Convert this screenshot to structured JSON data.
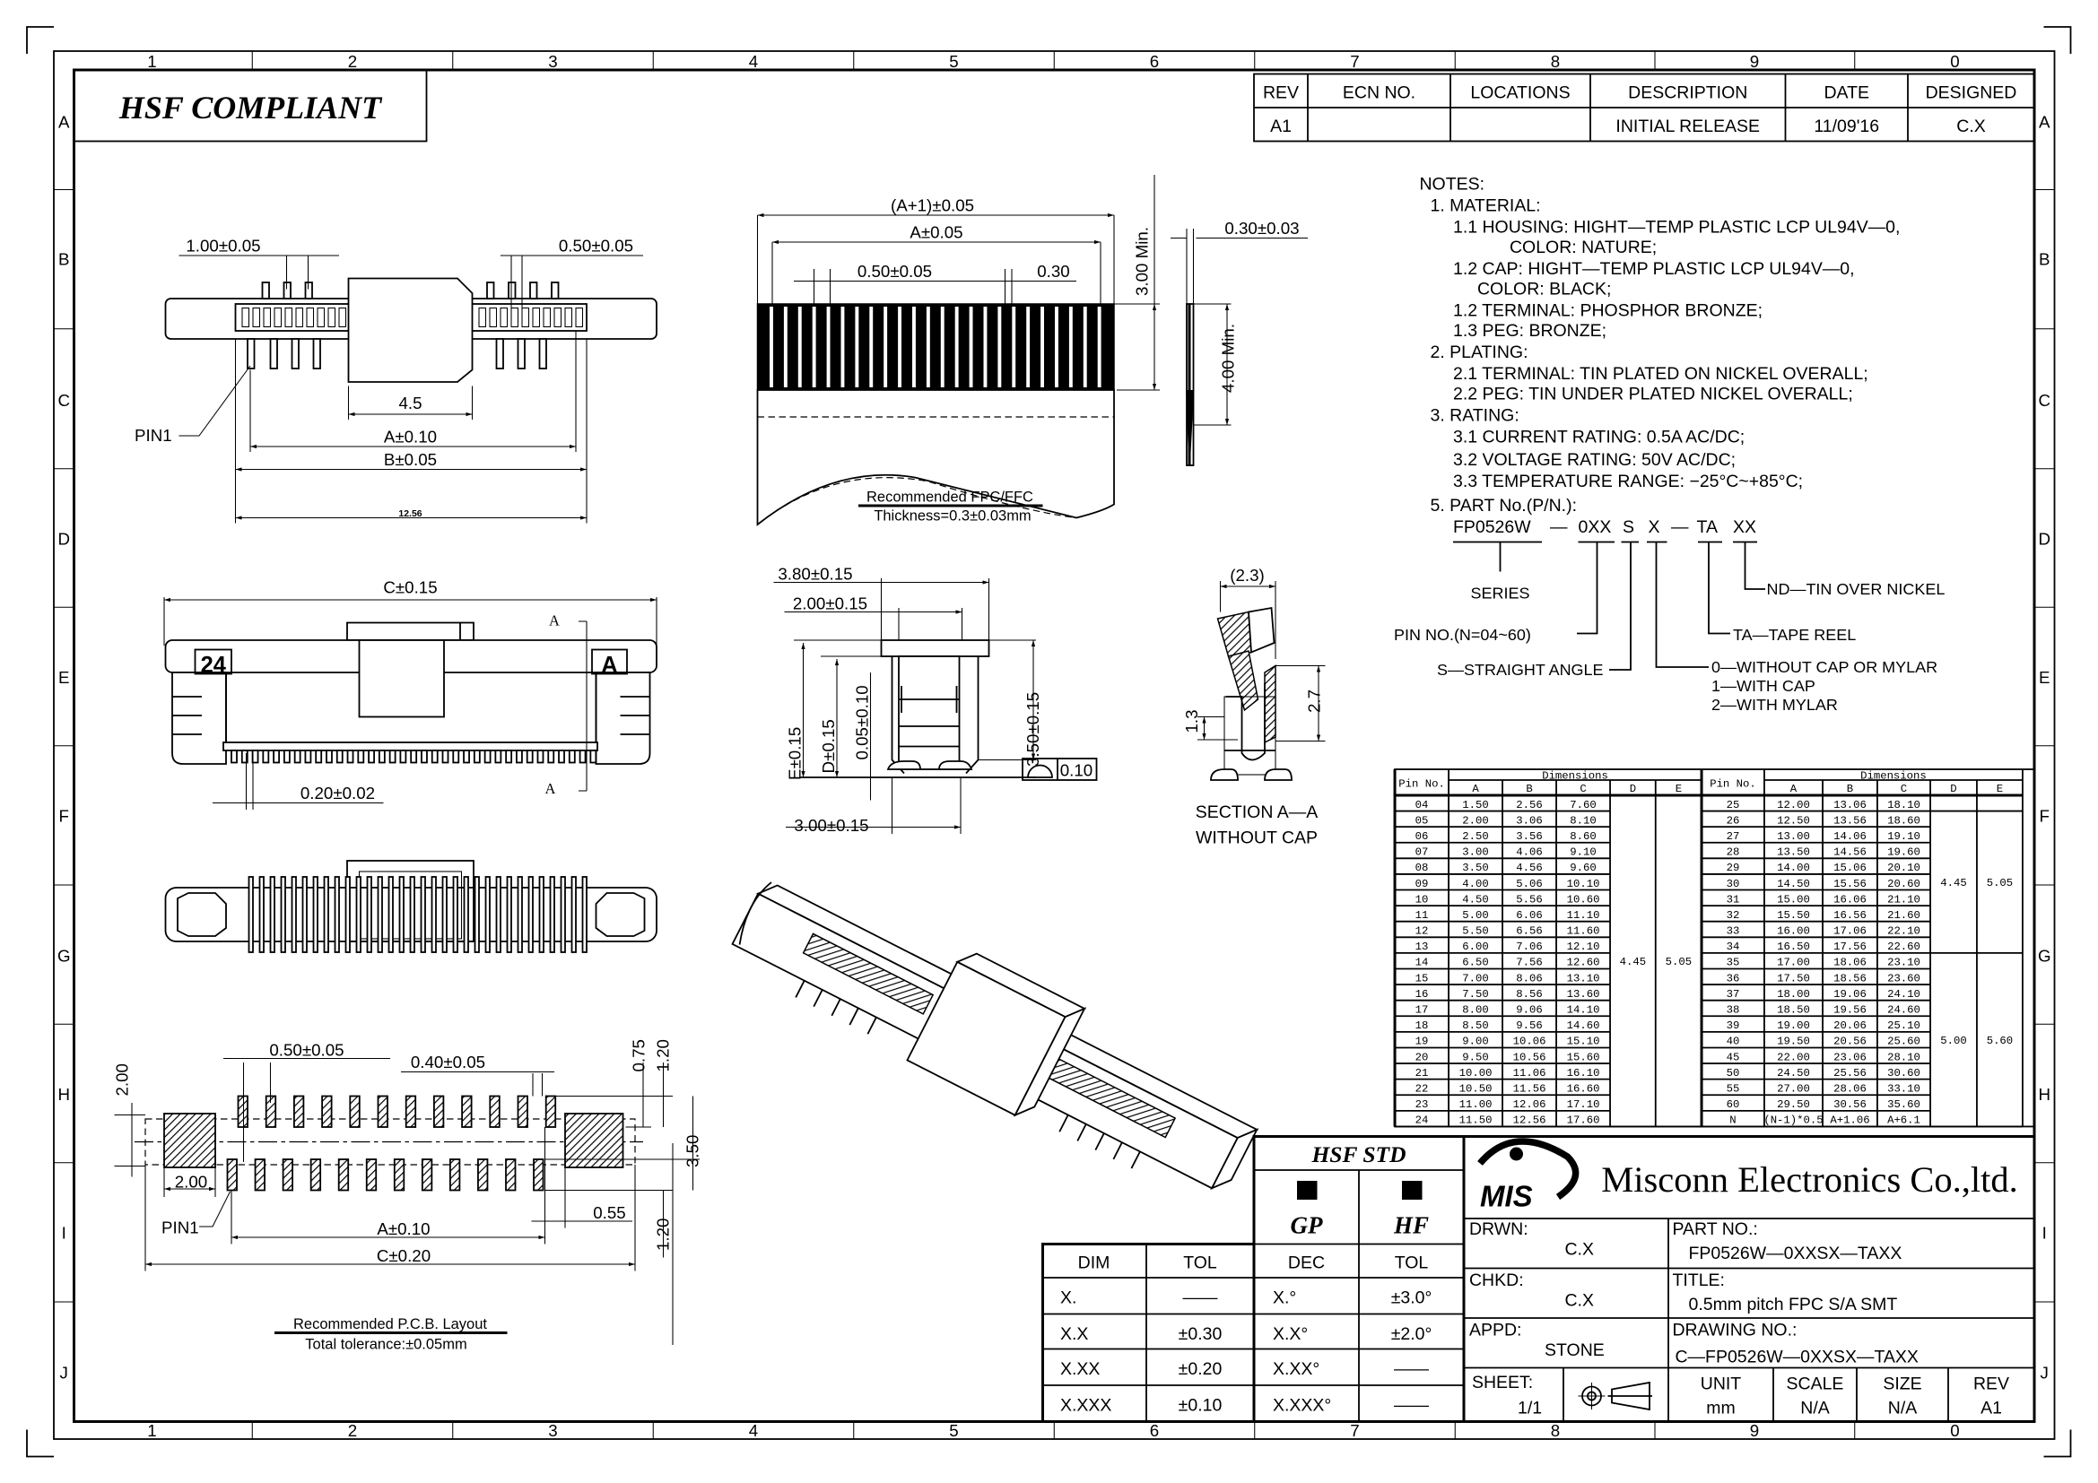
{
  "title_badge": "HSF COMPLIANT",
  "grid": {
    "columns": [
      "1",
      "2",
      "3",
      "4",
      "5",
      "6",
      "7",
      "8",
      "9",
      "0"
    ],
    "rows": [
      "A",
      "B",
      "C",
      "D",
      "E",
      "F",
      "G",
      "H",
      "I",
      "J"
    ]
  },
  "revision_table": {
    "headers": [
      "REV",
      "ECN NO.",
      "LOCATIONS",
      "DESCRIPTION",
      "DATE",
      "DESIGNED"
    ],
    "rows": [
      [
        "A1",
        "",
        "",
        "INITIAL RELEASE",
        "11/09'16",
        "C.X"
      ]
    ]
  },
  "notes": {
    "title": "NOTES:",
    "lines": [
      "1. MATERIAL:",
      "1.1 HOUSING: HIGHT—TEMP PLASTIC LCP UL94V—0,",
      "COLOR: NATURE;",
      "1.2 CAP: HIGHT—TEMP PLASTIC LCP UL94V—0,",
      "COLOR: BLACK;",
      "1.2 TERMINAL: PHOSPHOR BRONZE;",
      "1.3 PEG: BRONZE;",
      "2. PLATING:",
      "2.1 TERMINAL: TIN PLATED ON NICKEL OVERALL;",
      "2.2 PEG: TIN UNDER PLATED NICKEL OVERALL;",
      "3. RATING:",
      "3.1 CURRENT RATING: 0.5A AC/DC;",
      "3.2 VOLTAGE RATING: 50V AC/DC;",
      "3.3 TEMPERATURE RANGE: −25°C~+85°C;",
      "5. PART No.(P/N.):"
    ]
  },
  "part_number": {
    "segments": [
      "FP0526W",
      "—",
      "0XX",
      "S",
      "X",
      "—",
      "TA",
      "XX"
    ],
    "legend": {
      "series": "SERIES",
      "pin_no": "PIN NO.(N=04~60)",
      "angle": "S—STRAIGHT ANGLE",
      "cap_0": "0—WITHOUT CAP OR MYLAR",
      "cap_1": "1—WITH CAP",
      "cap_2": "2—WITH MYLAR",
      "packing": "TA—TAPE REEL",
      "plating": "ND—TIN OVER NICKEL"
    }
  },
  "view_top": {
    "pitch_1": "1.00±0.05",
    "pitch_2": "0.50±0.05",
    "cap": "4.5",
    "dim_a": "A±0.10",
    "dim_b": "B±0.05",
    "total": "12.56",
    "pin1": "PIN1"
  },
  "view_front": {
    "dim_c": "C±0.15",
    "left_mark": "24",
    "right_mark": "A",
    "section_top": "A",
    "section_bottom": "A",
    "pin_width": "0.20±0.02"
  },
  "view_pcb": {
    "pitch": "0.50±0.05",
    "pad_width": "0.40±0.05",
    "d075": "0.75",
    "d120_top": "1.20",
    "d200_v": "2.00",
    "d350": "3.50",
    "d200_h": "2.00",
    "pin1": "PIN1",
    "dim_a": "A±0.10",
    "dim_c": "C±0.20",
    "d055": "0.55",
    "d120_bottom": "1.20",
    "caption": "Recommended P.C.B. Layout",
    "tolerance": "Total tolerance:±0.05mm"
  },
  "view_fpc": {
    "dim_a1": "(A+1)±0.05",
    "dim_a": "A±0.05",
    "pitch": "0.50±0.05",
    "width": "0.30",
    "min3": "3.00 Min.",
    "thickness_dim": "0.30±0.03",
    "min4": "4.00 Min.",
    "caption": "Recommended FPC/FFC",
    "thickness": "Thickness=0.3±0.03mm"
  },
  "view_side": {
    "d380": "3.80±0.15",
    "d200": "2.00±0.15",
    "e": "E±0.15",
    "d": "D±0.15",
    "d005": "0.05±0.10",
    "d350": "3.50±0.15",
    "flatness": "0.10",
    "d300": "3.00±0.15"
  },
  "view_section": {
    "d23": "(2.3)",
    "d13": "1.3",
    "d27": "2.7",
    "title1": "SECTION A—A",
    "title2": "WITHOUT CAP"
  },
  "dimensions_table": {
    "pin_header": "Pin No.",
    "dims_header": "Dimensions",
    "columns": [
      "A",
      "B",
      "C",
      "D",
      "E"
    ],
    "left": {
      "rows": [
        [
          "04",
          "1.50",
          "2.56",
          "7.60"
        ],
        [
          "05",
          "2.00",
          "3.06",
          "8.10"
        ],
        [
          "06",
          "2.50",
          "3.56",
          "8.60"
        ],
        [
          "07",
          "3.00",
          "4.06",
          "9.10"
        ],
        [
          "08",
          "3.50",
          "4.56",
          "9.60"
        ],
        [
          "09",
          "4.00",
          "5.06",
          "10.10"
        ],
        [
          "10",
          "4.50",
          "5.56",
          "10.60"
        ],
        [
          "11",
          "5.00",
          "6.06",
          "11.10"
        ],
        [
          "12",
          "5.50",
          "6.56",
          "11.60"
        ],
        [
          "13",
          "6.00",
          "7.06",
          "12.10"
        ],
        [
          "14",
          "6.50",
          "7.56",
          "12.60"
        ],
        [
          "15",
          "7.00",
          "8.06",
          "13.10"
        ],
        [
          "16",
          "7.50",
          "8.56",
          "13.60"
        ],
        [
          "17",
          "8.00",
          "9.06",
          "14.10"
        ],
        [
          "18",
          "8.50",
          "9.56",
          "14.60"
        ],
        [
          "19",
          "9.00",
          "10.06",
          "15.10"
        ],
        [
          "20",
          "9.50",
          "10.56",
          "15.60"
        ],
        [
          "21",
          "10.00",
          "11.06",
          "16.10"
        ],
        [
          "22",
          "10.50",
          "11.56",
          "16.60"
        ],
        [
          "23",
          "11.00",
          "12.06",
          "17.10"
        ],
        [
          "24",
          "11.50",
          "12.56",
          "17.60"
        ]
      ],
      "groups": [
        {
          "from": 0,
          "to": 20,
          "D": "4.45",
          "E": "5.05"
        }
      ]
    },
    "right": {
      "rows": [
        [
          "25",
          "12.00",
          "13.06",
          "18.10"
        ],
        [
          "26",
          "12.50",
          "13.56",
          "18.60"
        ],
        [
          "27",
          "13.00",
          "14.06",
          "19.10"
        ],
        [
          "28",
          "13.50",
          "14.56",
          "19.60"
        ],
        [
          "29",
          "14.00",
          "15.06",
          "20.10"
        ],
        [
          "30",
          "14.50",
          "15.56",
          "20.60"
        ],
        [
          "31",
          "15.00",
          "16.06",
          "21.10"
        ],
        [
          "32",
          "15.50",
          "16.56",
          "21.60"
        ],
        [
          "33",
          "16.00",
          "17.06",
          "22.10"
        ],
        [
          "34",
          "16.50",
          "17.56",
          "22.60"
        ],
        [
          "35",
          "17.00",
          "18.06",
          "23.10"
        ],
        [
          "36",
          "17.50",
          "18.56",
          "23.60"
        ],
        [
          "37",
          "18.00",
          "19.06",
          "24.10"
        ],
        [
          "38",
          "18.50",
          "19.56",
          "24.60"
        ],
        [
          "39",
          "19.00",
          "20.06",
          "25.10"
        ],
        [
          "40",
          "19.50",
          "20.56",
          "25.60"
        ],
        [
          "45",
          "22.00",
          "23.06",
          "28.10"
        ],
        [
          "50",
          "24.50",
          "25.56",
          "30.60"
        ],
        [
          "55",
          "27.00",
          "28.06",
          "33.10"
        ],
        [
          "60",
          "29.50",
          "30.56",
          "35.60"
        ],
        [
          "N",
          "(N-1)*0.5",
          "A+1.06",
          "A+6.1"
        ]
      ],
      "groups": [
        {
          "from": 0,
          "to": 0,
          "D": "",
          "E": ""
        },
        {
          "from": 1,
          "to": 9,
          "D": "4.45",
          "E": "5.05"
        },
        {
          "from": 10,
          "to": 20,
          "D": "5.00",
          "E": "5.60"
        }
      ]
    }
  },
  "tolerance_table": {
    "headers": [
      "DIM",
      "TOL"
    ],
    "rows": [
      [
        "X.",
        "——"
      ],
      [
        "X.X",
        "±0.30"
      ],
      [
        "X.XX",
        "±0.20"
      ],
      [
        "X.XXX",
        "±0.10"
      ]
    ]
  },
  "hsf_std": {
    "title": "HSF STD",
    "gp": "GP",
    "hf": "HF",
    "headers": [
      "DEC",
      "TOL"
    ],
    "rows": [
      [
        "X.°",
        "±3.0°"
      ],
      [
        "X.X°",
        "±2.0°"
      ],
      [
        "X.XX°",
        "——"
      ],
      [
        "X.XXX°",
        "——"
      ]
    ]
  },
  "title_block": {
    "logo": "MIS",
    "company": "Misconn Electronics Co.,ltd.",
    "drawn_label": "DRWN:",
    "drawn": "C.X",
    "checked_label": "CHKD:",
    "checked": "C.X",
    "approved_label": "APPD:",
    "approved": "STONE",
    "part_no_label": "PART NO.:",
    "part_no": "FP0526W—0XXSX—TAXX",
    "title_label": "TITLE:",
    "title": "0.5mm pitch FPC S/A SMT",
    "drawing_no_label": "DRAWING NO.:",
    "drawing_no": "C—FP0526W—0XXSX—TAXX",
    "sheet_label": "SHEET:",
    "sheet": "1/1",
    "unit_label": "UNIT",
    "unit": "mm",
    "scale_label": "SCALE",
    "scale": "N/A",
    "size_label": "SIZE",
    "size": "N/A",
    "rev_label": "REV",
    "rev": "A1"
  }
}
